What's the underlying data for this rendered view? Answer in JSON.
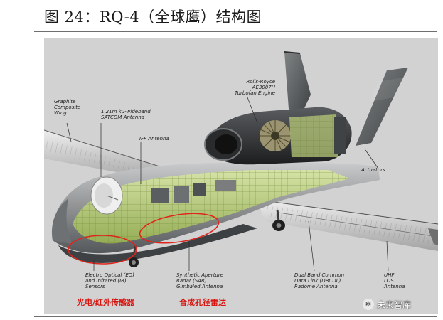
{
  "figure": {
    "title": "图 24：RQ-4（全球鹰）结构图"
  },
  "callouts": {
    "wing": "Graphite\nComposite\nWing",
    "satcom": "1.21m ku-wideband\nSATCOM Antenna",
    "iff": "IFF Antenna",
    "engine": "Rolls-Royce\nAE3007H\nTurbofan Engine",
    "actuators": "Actuators",
    "eo_ir": "Electro Optical (EO)\nand Infrared (IR)\nSensors",
    "sar": "Synthetic Aperture\nRadar (SAR)\nGimbaled Antenna",
    "cdl": "Dual Band Common\nData Link (DBCDL)\nRadome Antenna",
    "uhf": "UHF\nLOS\nAntenna"
  },
  "annotations": {
    "eo_ir_cn": "光电/红外传感器",
    "sar_cn": "合成孔径雷达"
  },
  "watermark": {
    "icon": "paw-icon",
    "text": "未来智库"
  },
  "colors": {
    "highlight_ellipse": "#e0241c",
    "airframe_green": "#b9cf7e",
    "skin_gray": "#8e9092",
    "panel_background": "#d2d2d2"
  }
}
